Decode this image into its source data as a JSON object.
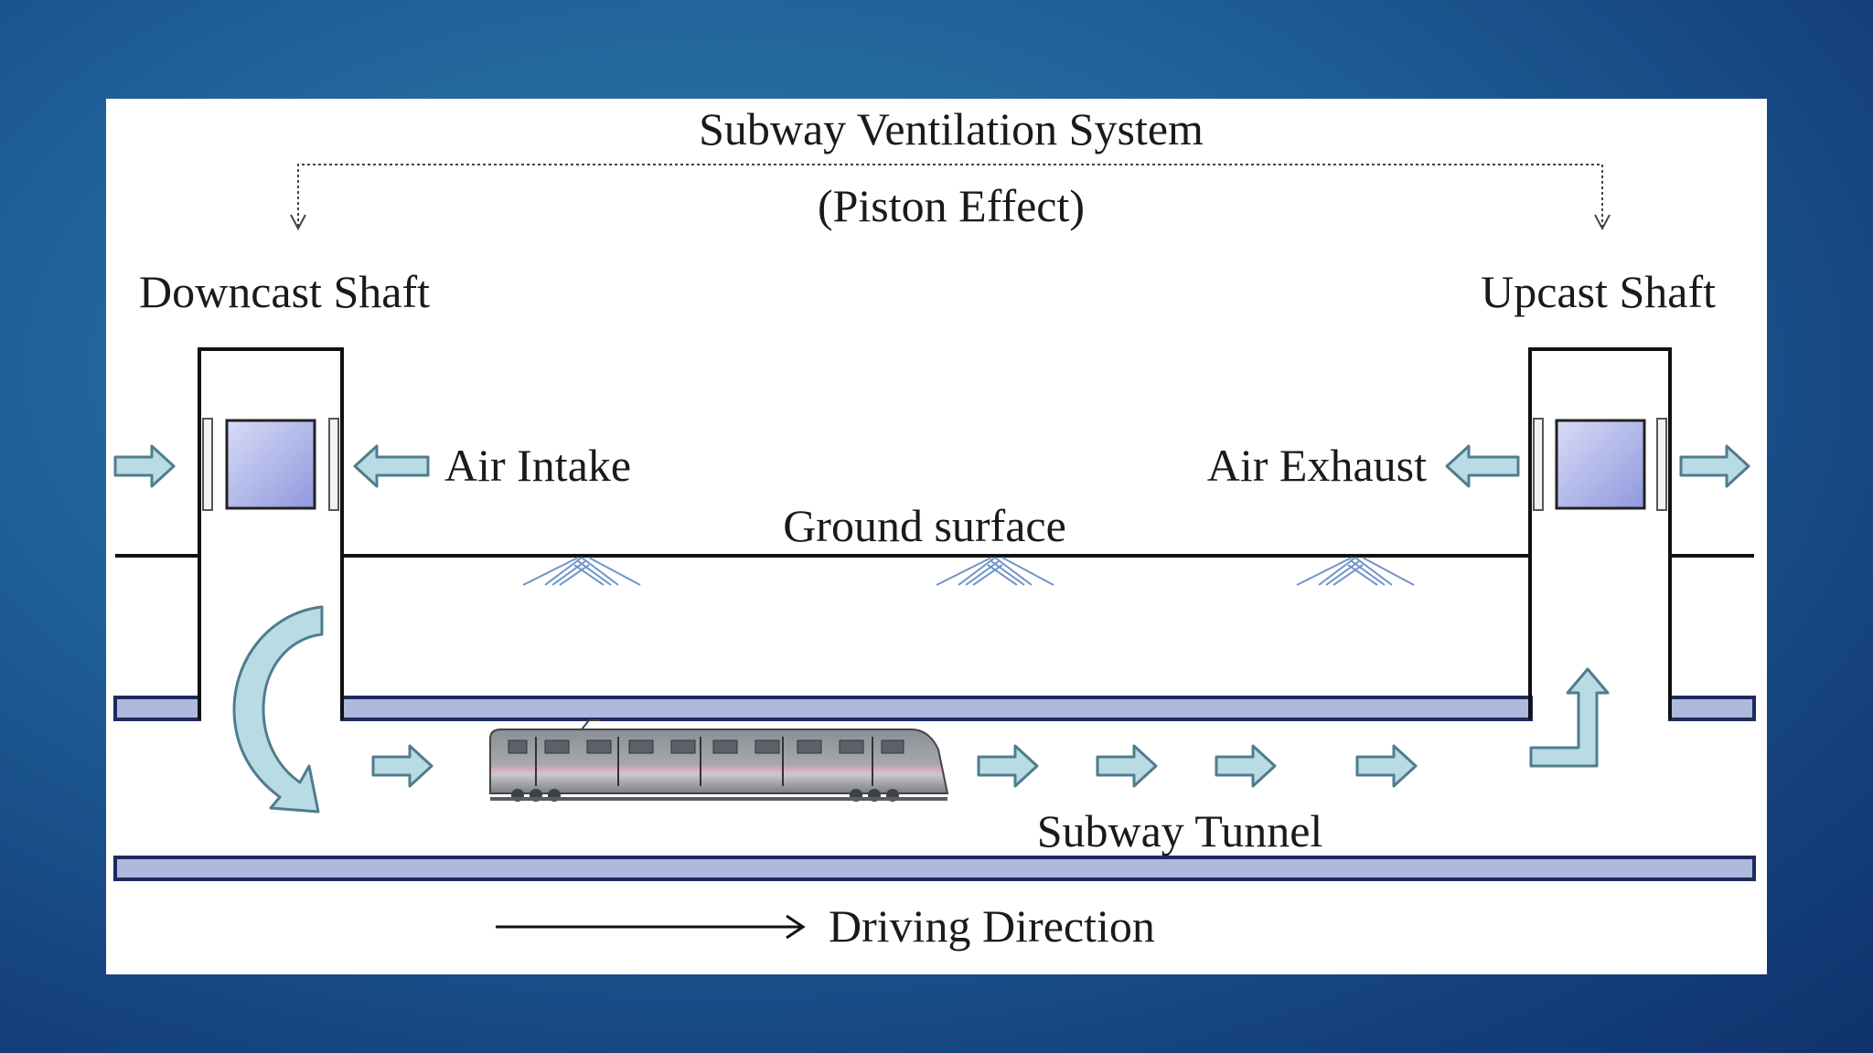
{
  "diagram": {
    "title": "Subway Ventilation System",
    "subtitle": "(Piston Effect)",
    "downcast_shaft": "Downcast Shaft",
    "upcast_shaft": "Upcast Shaft",
    "air_intake": "Air Intake",
    "air_exhaust": "Air Exhaust",
    "ground_surface": "Ground surface",
    "subway_tunnel": "Subway Tunnel",
    "driving_direction": "Driving Direction"
  },
  "colors": {
    "background": "#1f5f97",
    "panel": "#ffffff",
    "arrow_fill": "#b9dbe3",
    "arrow_stroke": "#4f7d8c",
    "tunnel_fill": "#aeb9dc",
    "tunnel_stroke": "#1c2a5e",
    "fan_fill": "#aab2e8",
    "ground_hatch": "#6f95c9"
  },
  "icons": [
    "downcast-fan-icon",
    "upcast-fan-icon",
    "train-icon",
    "air-flow-arrow-icon",
    "curved-flow-arrow-icon"
  ]
}
